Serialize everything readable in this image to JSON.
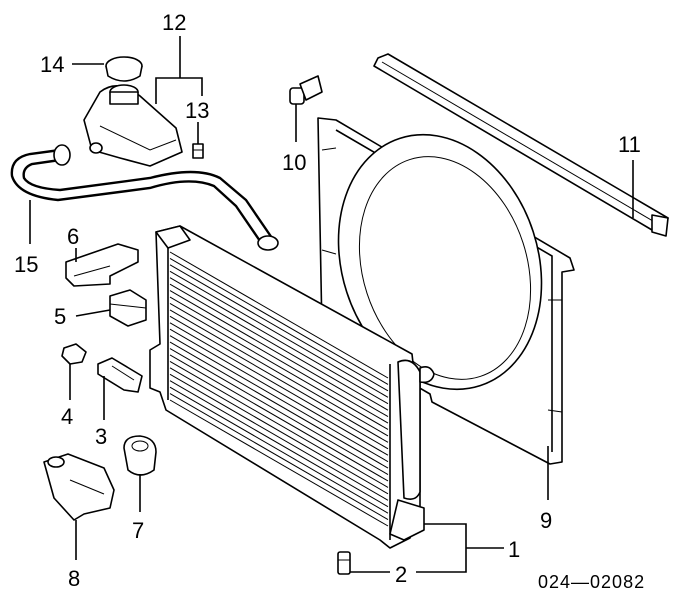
{
  "callouts": {
    "c1": "1",
    "c2": "2",
    "c3": "3",
    "c4": "4",
    "c5": "5",
    "c6": "6",
    "c7": "7",
    "c8": "8",
    "c9": "9",
    "c10": "10",
    "c11": "11",
    "c12": "12",
    "c13": "13",
    "c14": "14",
    "c15": "15"
  },
  "diagram_code": "024—02082",
  "colors": {
    "ink": "#000000",
    "paper": "#ffffff"
  }
}
